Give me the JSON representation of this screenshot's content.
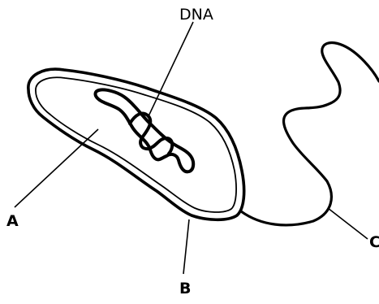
{
  "labels": {
    "dna": "DNA",
    "a": "A",
    "b": "B",
    "c": "C"
  },
  "colors": {
    "line": "#000000",
    "background": "#ffffff"
  }
}
